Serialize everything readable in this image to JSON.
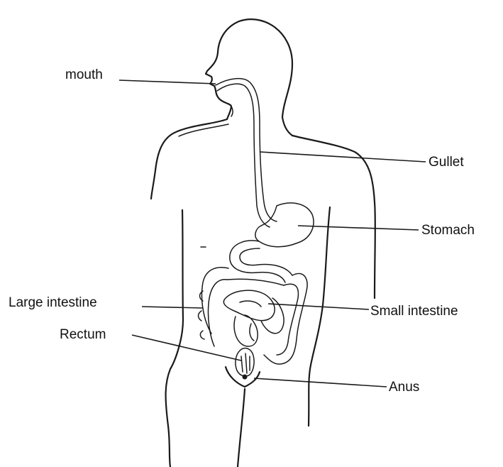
{
  "labels": {
    "mouth": "mouth",
    "gullet": "Gullet",
    "stomach": "Stomach",
    "large_intestine": "Large intestine",
    "small_intestine": "Small intestine",
    "rectum": "Rectum",
    "anus": "Anus"
  },
  "colors": {
    "ink": "#1a1a1a",
    "background": "#ffffff"
  }
}
